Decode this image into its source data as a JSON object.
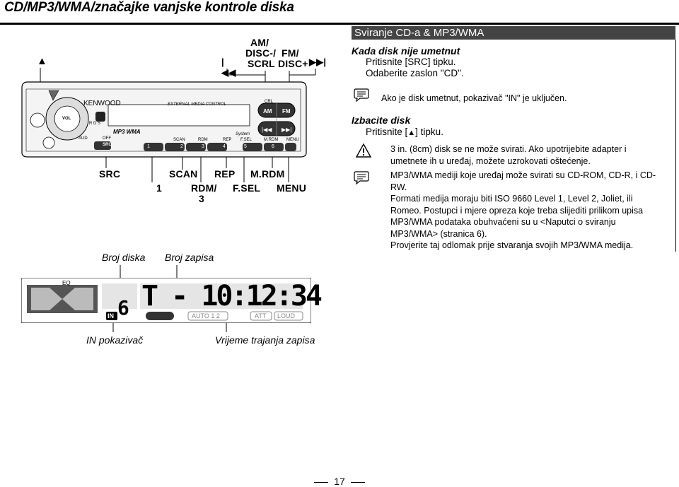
{
  "page": {
    "title": "CD/MP3/WMA/značajke vanjske kontrole diska",
    "page_number": "17"
  },
  "figure": {
    "top_labels": {
      "eject_symbol": "▲",
      "prev_symbol": "|◀◀",
      "am_line1": "AM/",
      "am_line2": "DISC-/",
      "am_line3": "SCRL",
      "fm_line1": "FM/",
      "fm_line2": "DISC+",
      "next_symbol": "▶▶|"
    },
    "device": {
      "brand": "KENWOOD",
      "external_media": "EXTERNAL MEDIA CONTROL",
      "vol": "VOL",
      "rds": "R D S",
      "mp3wma": "MP3 WMA",
      "src_btn": "SRC",
      "aud": "AUD",
      "off": "OFF",
      "btn1": "1",
      "btn2": "2",
      "btn3": "3",
      "btn4": "4",
      "btn5": "5",
      "btn6": "6",
      "scan": "SCAN",
      "rdm": "RDM",
      "rep": "REP",
      "fsel": "F.SEL",
      "mrdm": "M.RDM",
      "menu_small": "MENU",
      "am_btn": "AM",
      "fm_btn": "FM",
      "prev_btn": "|◀◀",
      "next_btn": "▶▶|",
      "sys": "System",
      "clk": "CRL"
    },
    "bottom_labels": {
      "src": "SRC",
      "one": "1",
      "scan": "SCAN",
      "rdm": "RDM/",
      "three": "3",
      "rep": "REP",
      "fsel": "F.SEL",
      "mrdm": "M.RDM",
      "menu": "MENU"
    },
    "captions": {
      "disc_number": "Broj diska",
      "track_number": "Broj zapisa",
      "in_indicator": "IN pokazivač",
      "track_time": "Vrijeme trajanja zapisa"
    },
    "display": {
      "in_label": "IN",
      "disc_digit": "6",
      "time_text": "T - 10:12:34",
      "auto": "AUTO 1 2",
      "att": "ATT",
      "loud": "LOUD",
      "eq": "EQ"
    }
  },
  "content": {
    "section_title": "Sviranje CD-a & MP3/WMA",
    "no_disc_heading": "Kada disk nije umetnut",
    "no_disc_step1": "Pritisnite [SRC] tipku.",
    "no_disc_step2": "Odaberite zaslon \"CD\".",
    "note1": "Ako je disk umetnut, pokazivač \"IN\" je uključen.",
    "eject_heading": "Izbacite disk",
    "eject_step_pre": "Pritisnite [",
    "eject_step_icon": "▲",
    "eject_step_post": "] tipku.",
    "warning_line1": "3 in. (8cm) disk se ne može svirati. Ako upotrijebite adapter i",
    "warning_line2": "umetnete ih u uređaj, možete uzrokovati oštećenje.",
    "note2_line1": "MP3/WMA mediji koje uređaj može svirati su CD-ROM, CD-R, i CD-",
    "note2_line2": "RW.",
    "note2_line3": "Formati medija moraju biti ISO 9660 Level 1, Level 2, Joliet, ili",
    "note2_line4": "Romeo. Postupci i mjere opreza koje treba slijediti prilikom upisa",
    "note2_line5": "MP3/WMA podataka obuhvaćeni su u <Naputci o sviranju",
    "note2_line6": "MP3/WMA> (stranica 6).",
    "note2_line7": "Provjerite taj odlomak prije stvaranja svojih MP3/WMA medija."
  }
}
